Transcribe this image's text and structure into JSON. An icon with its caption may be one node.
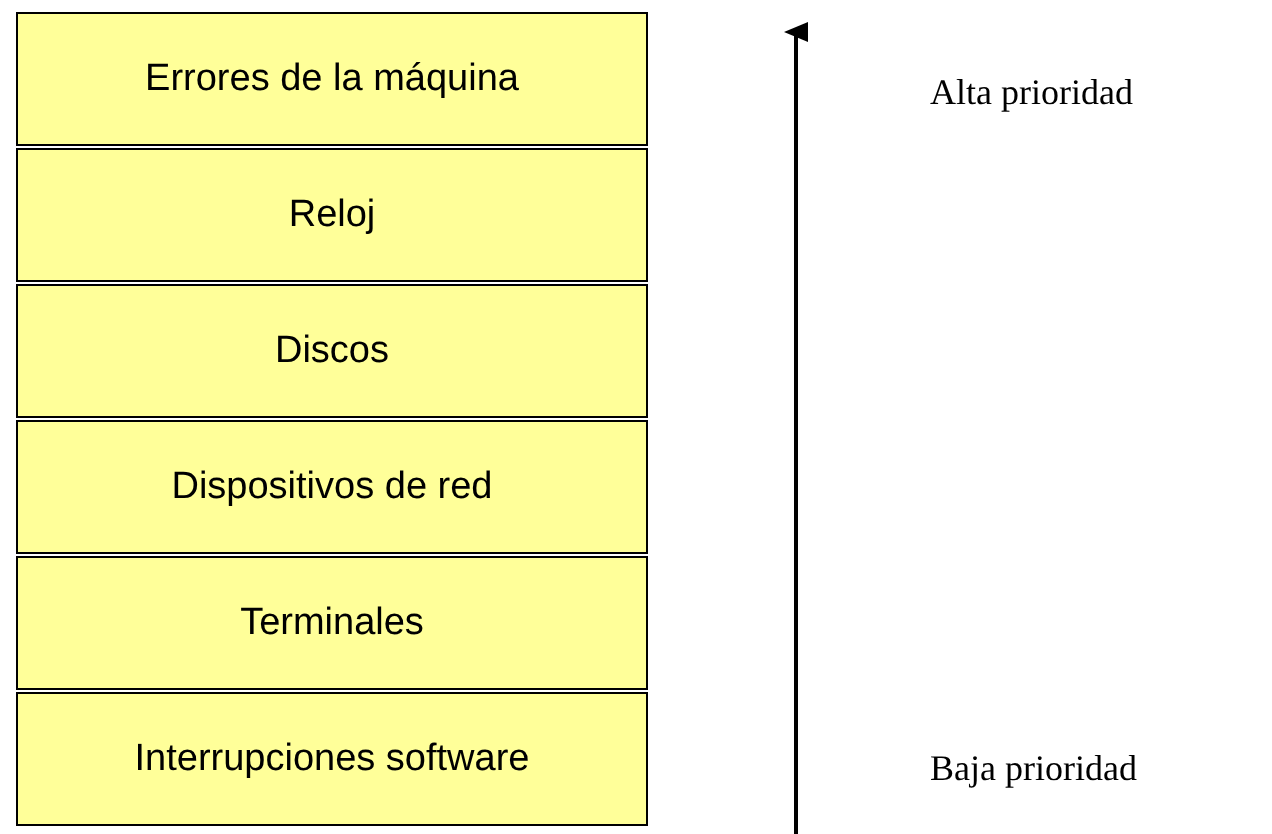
{
  "diagram": {
    "nodes": [
      {
        "text": [
          "Errores de la máquina"
        ]
      },
      {
        "text": [
          "Reloj"
        ]
      },
      {
        "text": [
          "Discos"
        ]
      },
      {
        "text": [
          "Dispositivos de red"
        ]
      },
      {
        "text": [
          "Terminales"
        ]
      },
      {
        "text": [
          "Interrupciones software"
        ]
      }
    ],
    "labels": [
      "Alta prioridad",
      "Baja prioridad"
    ]
  }
}
